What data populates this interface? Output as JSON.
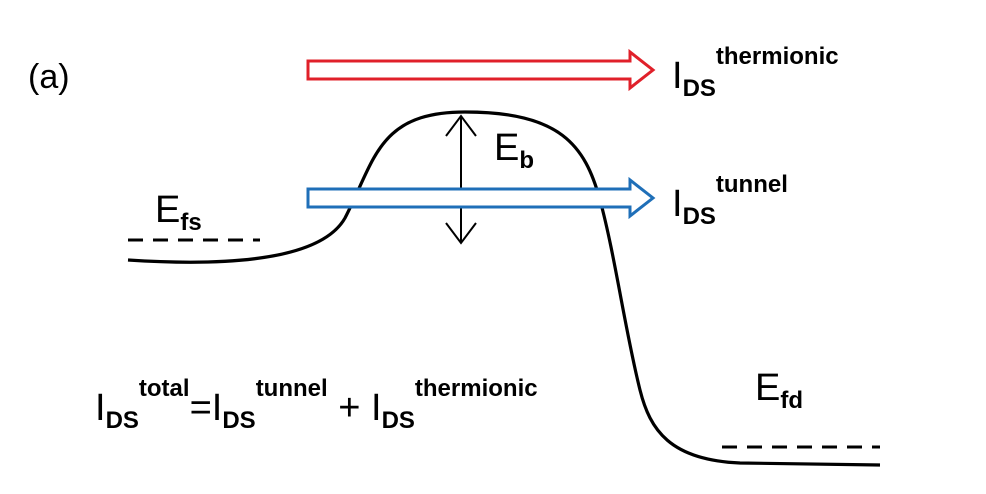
{
  "panel_label": "(a)",
  "levels": {
    "source_fermi": {
      "base": "E",
      "sub": "fs"
    },
    "drain_fermi": {
      "base": "E",
      "sub": "fd"
    },
    "barrier_height": {
      "base": "E",
      "sub": "b"
    }
  },
  "currents": {
    "thermionic": {
      "base": "I",
      "sub": "DS",
      "sup": "thermionic",
      "color": "#e0202a"
    },
    "tunnel": {
      "base": "I",
      "sub": "DS",
      "sup": "tunnel",
      "color": "#1f6fb8"
    }
  },
  "equation": {
    "lhs": {
      "base": "I",
      "sub": "DS",
      "sup": "total"
    },
    "equals": "=",
    "term1": {
      "base": "I",
      "sub": "DS",
      "sup": "tunnel"
    },
    "plus": " + ",
    "term2": {
      "base": "I",
      "sub": "DS",
      "sup": "thermionic"
    }
  }
}
